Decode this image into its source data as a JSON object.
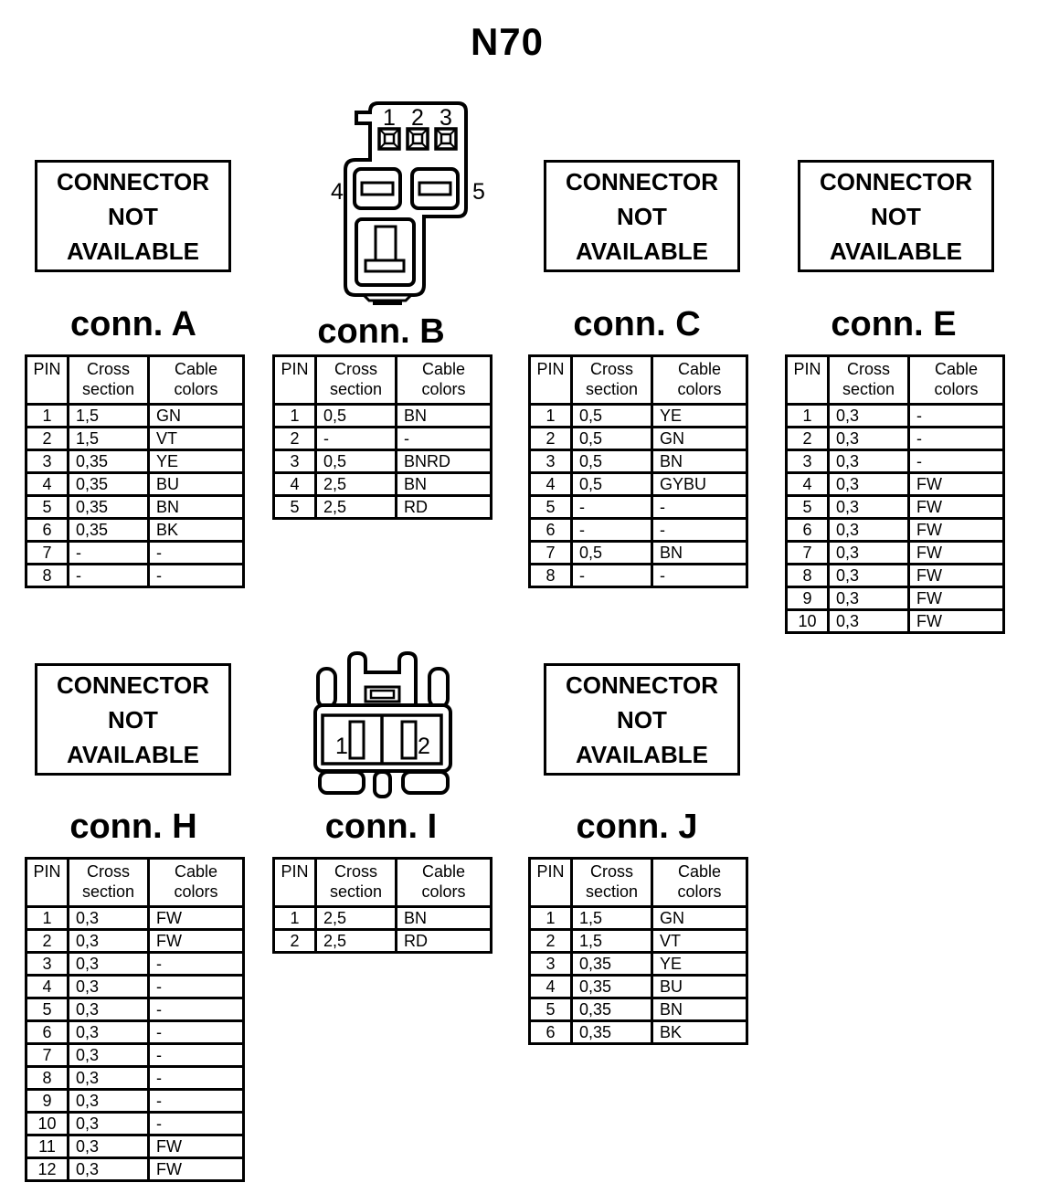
{
  "title": "N70",
  "not_available": {
    "line1": "CONNECTOR",
    "line2": "NOT",
    "line3": "AVAILABLE"
  },
  "headers": {
    "pin": "PIN",
    "cross": "Cross section",
    "cable": "Cable colors"
  },
  "colors": {
    "ink": "#000000",
    "paper": "#ffffff"
  },
  "connectors": {
    "A": {
      "label": "conn. A",
      "available": false,
      "rows": [
        [
          "1",
          "1,5",
          "GN"
        ],
        [
          "2",
          "1,5",
          "VT"
        ],
        [
          "3",
          "0,35",
          "YE"
        ],
        [
          "4",
          "0,35",
          "BU"
        ],
        [
          "5",
          "0,35",
          "BN"
        ],
        [
          "6",
          "0,35",
          "BK"
        ],
        [
          "7",
          "-",
          "-"
        ],
        [
          "8",
          "-",
          "-"
        ]
      ]
    },
    "B": {
      "label": "conn. B",
      "available": true,
      "pin_labels": [
        "1",
        "2",
        "3",
        "4",
        "5"
      ],
      "rows": [
        [
          "1",
          "0,5",
          "BN"
        ],
        [
          "2",
          "-",
          "-"
        ],
        [
          "3",
          "0,5",
          "BNRD"
        ],
        [
          "4",
          "2,5",
          "BN"
        ],
        [
          "5",
          "2,5",
          "RD"
        ]
      ]
    },
    "C": {
      "label": "conn. C",
      "available": false,
      "rows": [
        [
          "1",
          "0,5",
          "YE"
        ],
        [
          "2",
          "0,5",
          "GN"
        ],
        [
          "3",
          "0,5",
          "BN"
        ],
        [
          "4",
          "0,5",
          "GYBU"
        ],
        [
          "5",
          "-",
          "-"
        ],
        [
          "6",
          "-",
          "-"
        ],
        [
          "7",
          "0,5",
          "BN"
        ],
        [
          "8",
          "-",
          "-"
        ]
      ]
    },
    "E": {
      "label": "conn. E",
      "available": false,
      "rows": [
        [
          "1",
          "0,3",
          "-"
        ],
        [
          "2",
          "0,3",
          "-"
        ],
        [
          "3",
          "0,3",
          "-"
        ],
        [
          "4",
          "0,3",
          "FW"
        ],
        [
          "5",
          "0,3",
          "FW"
        ],
        [
          "6",
          "0,3",
          "FW"
        ],
        [
          "7",
          "0,3",
          "FW"
        ],
        [
          "8",
          "0,3",
          "FW"
        ],
        [
          "9",
          "0,3",
          "FW"
        ],
        [
          "10",
          "0,3",
          "FW"
        ]
      ]
    },
    "H": {
      "label": "conn. H",
      "available": false,
      "rows": [
        [
          "1",
          "0,3",
          "FW"
        ],
        [
          "2",
          "0,3",
          "FW"
        ],
        [
          "3",
          "0,3",
          "-"
        ],
        [
          "4",
          "0,3",
          "-"
        ],
        [
          "5",
          "0,3",
          "-"
        ],
        [
          "6",
          "0,3",
          "-"
        ],
        [
          "7",
          "0,3",
          "-"
        ],
        [
          "8",
          "0,3",
          "-"
        ],
        [
          "9",
          "0,3",
          "-"
        ],
        [
          "10",
          "0,3",
          "-"
        ],
        [
          "11",
          "0,3",
          "FW"
        ],
        [
          "12",
          "0,3",
          "FW"
        ]
      ]
    },
    "I": {
      "label": "conn. I",
      "available": true,
      "pin_labels": [
        "1",
        "2"
      ],
      "rows": [
        [
          "1",
          "2,5",
          "BN"
        ],
        [
          "2",
          "2,5",
          "RD"
        ]
      ]
    },
    "J": {
      "label": "conn. J",
      "available": false,
      "rows": [
        [
          "1",
          "1,5",
          "GN"
        ],
        [
          "2",
          "1,5",
          "VT"
        ],
        [
          "3",
          "0,35",
          "YE"
        ],
        [
          "4",
          "0,35",
          "BU"
        ],
        [
          "5",
          "0,35",
          "BN"
        ],
        [
          "6",
          "0,35",
          "BK"
        ]
      ]
    }
  }
}
